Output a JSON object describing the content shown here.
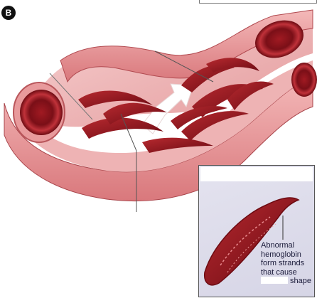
{
  "panel": {
    "letter": "B"
  },
  "inset": {
    "caption_line1": "Abnormal",
    "caption_line2": "hemoglobin",
    "caption_line3": "form strands",
    "caption_line4": "that cause",
    "caption_line5": "shape"
  }
}
